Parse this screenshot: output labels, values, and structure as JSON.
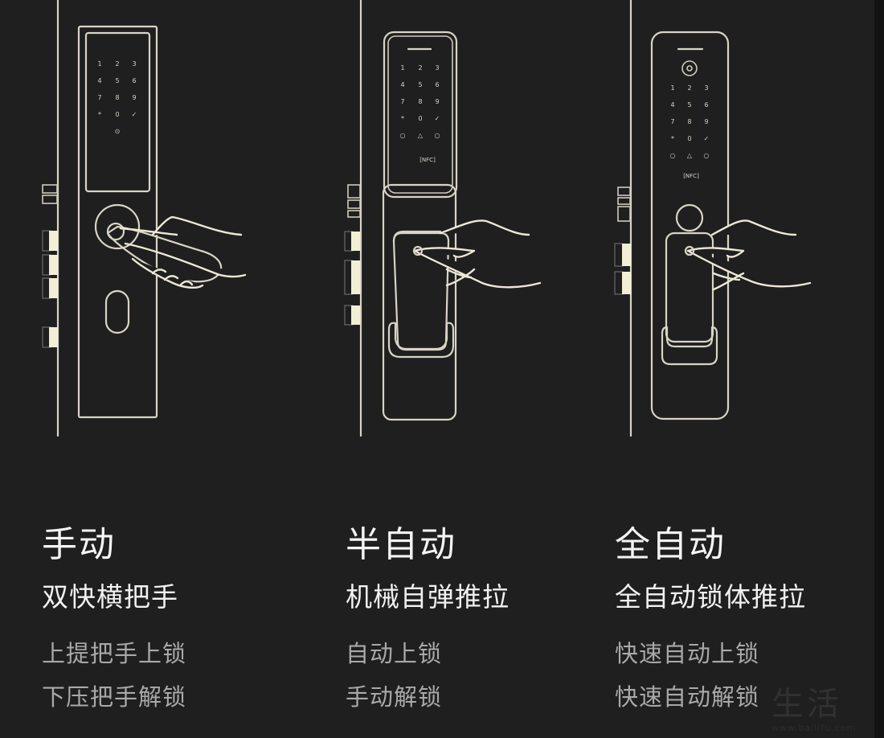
{
  "colors": {
    "background": "#1f1f20",
    "line": "#d8d4c6",
    "bolt": "#f3efd6",
    "title": "#f4f4f4",
    "feature": "#a9a9a9"
  },
  "keypad_keys": [
    "1",
    "2",
    "3",
    "4",
    "5",
    "6",
    "7",
    "8",
    "9",
    "*",
    "0",
    "✓"
  ],
  "locks": [
    {
      "id": "manual",
      "title": "手动",
      "subtitle": "双快横把手",
      "features": [
        "上提把手上锁",
        "下压把手解锁"
      ],
      "keypad_extra": [
        "⊙"
      ],
      "nfc_label": ""
    },
    {
      "id": "semi-auto",
      "title": "半自动",
      "subtitle": "机械自弹推拉",
      "features": [
        "自动上锁",
        "手动解锁"
      ],
      "keypad_extra": [
        "○",
        "△",
        "○"
      ],
      "nfc_label": "[NFC]"
    },
    {
      "id": "full-auto",
      "title": "全自动",
      "subtitle": "全自动锁体推拉",
      "features": [
        "快速自动上锁",
        "快速自动解锁"
      ],
      "keypad_extra": [
        "○",
        "△",
        "○"
      ],
      "nfc_label": "[NFC]"
    }
  ],
  "watermark": {
    "text": "生活",
    "url": "www.bailifu.com"
  }
}
